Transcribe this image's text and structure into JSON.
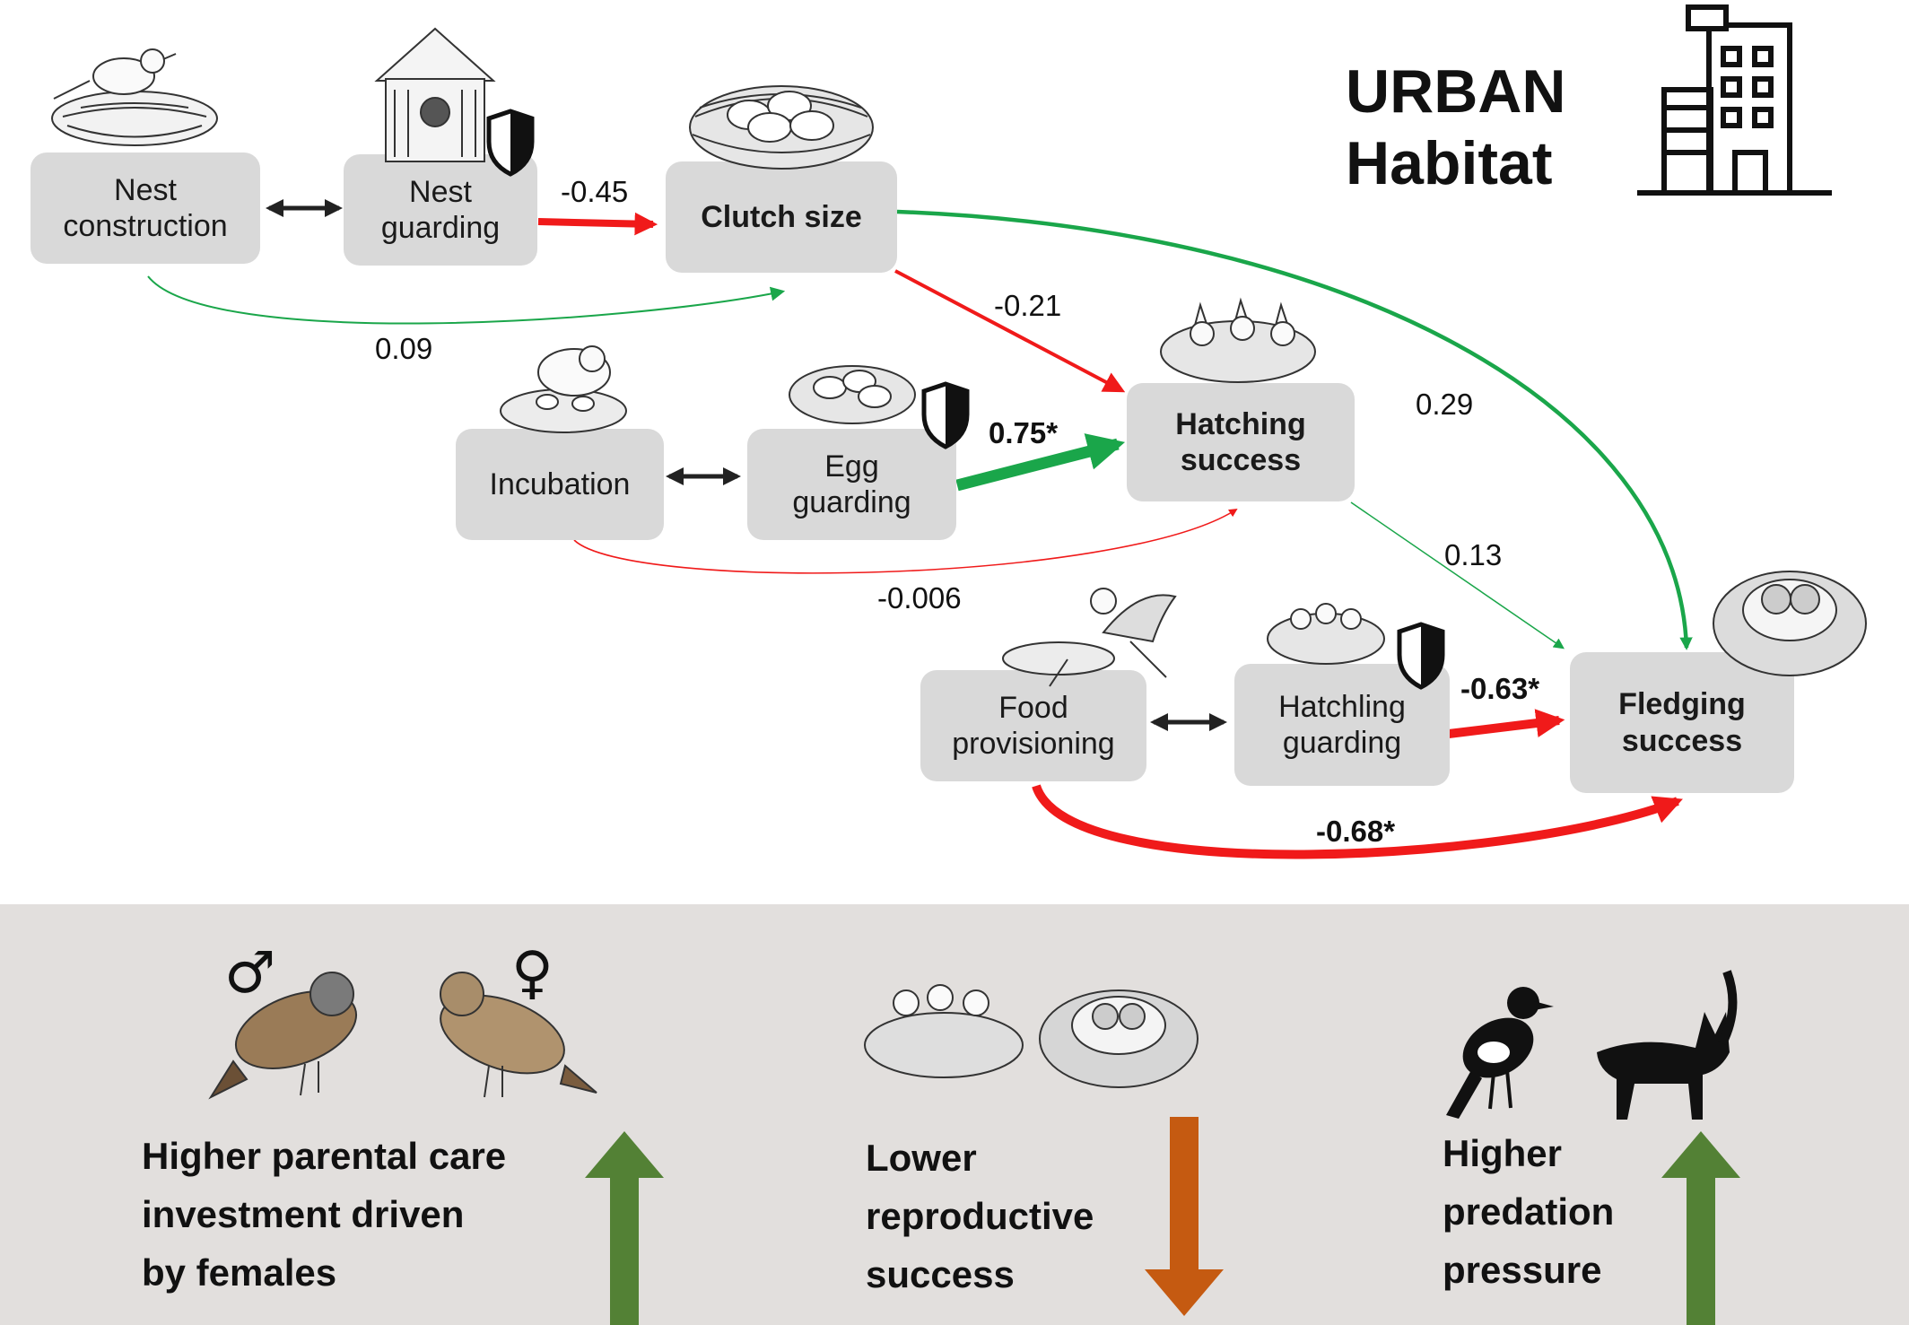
{
  "header": {
    "title_line1": "URBAN",
    "title_line2": "Habitat"
  },
  "nodes": {
    "nest_construction": {
      "line1": "Nest",
      "line2": "construction"
    },
    "nest_guarding": {
      "line1": "Nest",
      "line2": "guarding"
    },
    "clutch_size": {
      "line1": "Clutch size"
    },
    "incubation": {
      "line1": "Incubation"
    },
    "egg_guarding": {
      "line1": "Egg",
      "line2": "guarding"
    },
    "hatching_success": {
      "line1": "Hatching",
      "line2": "success"
    },
    "food_provisioning": {
      "line1": "Food",
      "line2": "provisioning"
    },
    "hatchling_guarding": {
      "line1": "Hatchling",
      "line2": "guarding"
    },
    "fledging_success": {
      "line1": "Fledging",
      "line2": "success"
    }
  },
  "edges": [
    {
      "id": "nestguard_clutch",
      "value": "-0.45",
      "sign": "negative"
    },
    {
      "id": "nestconstr_clutch",
      "value": "0.09",
      "sign": "positive"
    },
    {
      "id": "clutch_hatching",
      "value": "-0.21",
      "sign": "negative"
    },
    {
      "id": "clutch_fledging",
      "value": "0.29",
      "sign": "positive"
    },
    {
      "id": "eggguard_hatching",
      "value": "0.75*",
      "sign": "positive"
    },
    {
      "id": "incubation_hatching",
      "value": "-0.006",
      "sign": "negative"
    },
    {
      "id": "hatching_fledging",
      "value": "0.13",
      "sign": "positive"
    },
    {
      "id": "hatchguard_fledging",
      "value": "-0.63*",
      "sign": "negative"
    },
    {
      "id": "food_fledging",
      "value": "-0.68*",
      "sign": "negative"
    }
  ],
  "panel": {
    "parental": {
      "line1": "Higher parental care",
      "line2": "investment driven",
      "line3": "by females",
      "trend": "up"
    },
    "reproductive": {
      "line1": "Lower",
      "line2": "reproductive",
      "line3": "success",
      "trend": "down"
    },
    "predation": {
      "line1": "Higher",
      "line2": "predation",
      "line3": "pressure",
      "trend": "up"
    },
    "male_symbol": "♂",
    "female_symbol": "♀"
  },
  "colors": {
    "positive": "#1aa64a",
    "negative": "#f01a1a",
    "up_arrow": "#538135",
    "down_arrow": "#c55a11",
    "box": "#d9d9d9",
    "panel": "#e2dfdd"
  }
}
